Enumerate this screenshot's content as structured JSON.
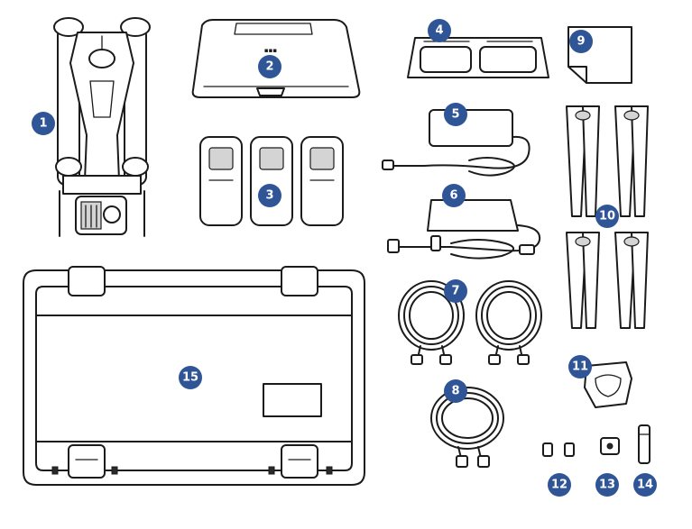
{
  "badges": [
    {
      "n": "1",
      "item": "drone"
    },
    {
      "n": "2",
      "item": "remote-controller"
    },
    {
      "n": "3",
      "item": "batteries"
    },
    {
      "n": "4",
      "item": "charging-hub"
    },
    {
      "n": "5",
      "item": "power-adapter-small"
    },
    {
      "n": "6",
      "item": "power-adapter-large"
    },
    {
      "n": "7",
      "item": "cables-pair"
    },
    {
      "n": "8",
      "item": "cable-single"
    },
    {
      "n": "9",
      "item": "document"
    },
    {
      "n": "10",
      "item": "propellers"
    },
    {
      "n": "11",
      "item": "gimbal-protector"
    },
    {
      "n": "12",
      "item": "small-parts"
    },
    {
      "n": "13",
      "item": "mount-part"
    },
    {
      "n": "14",
      "item": "tool"
    },
    {
      "n": "15",
      "item": "carrying-case"
    }
  ],
  "colors": {
    "badge": "#2f5597",
    "outline": "#1b1b1b",
    "background": "#ffffff"
  }
}
